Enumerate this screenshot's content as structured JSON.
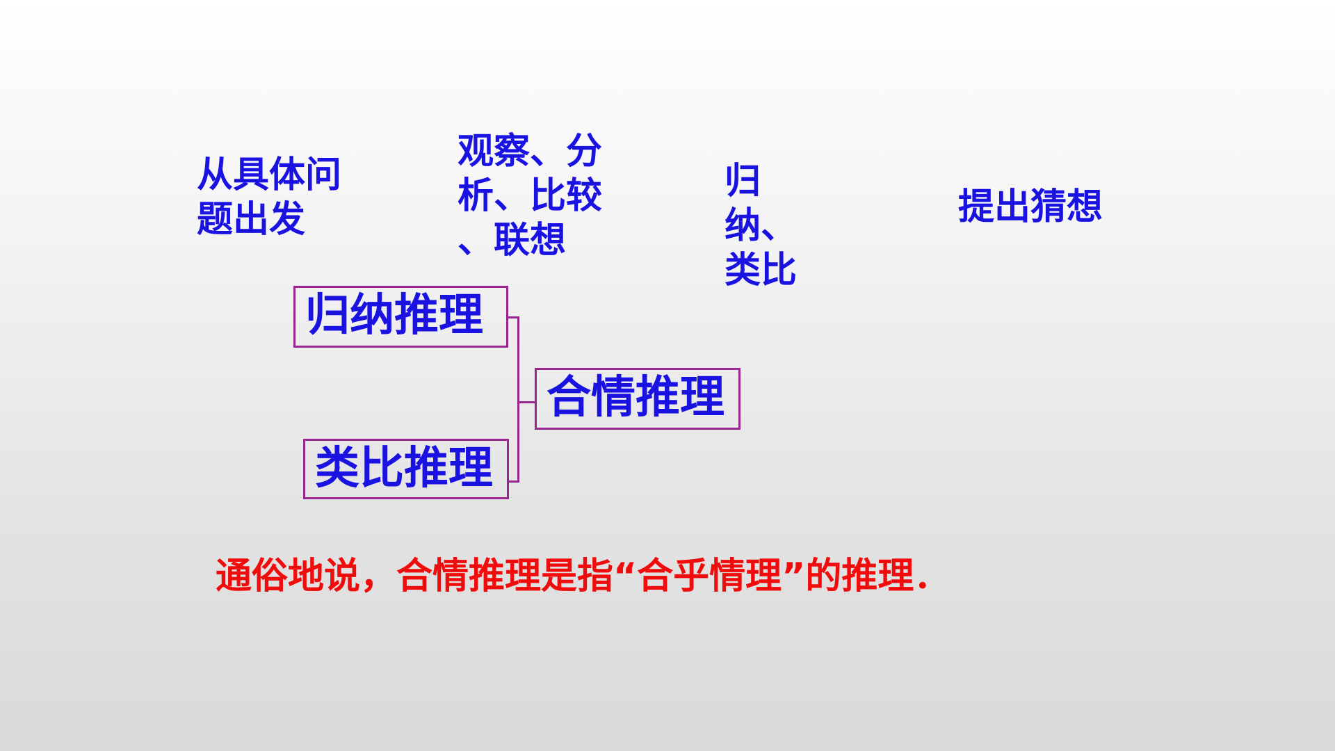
{
  "steps": [
    {
      "text": "从具体问\n题出发"
    },
    {
      "text": "观察、分\n析、比较\n、联想"
    },
    {
      "text": "归纳、\n类比"
    },
    {
      "text": "提出猜想"
    }
  ],
  "boxes": {
    "induction": "归纳推理",
    "analogy": "类比推理",
    "plausible": "合情推理"
  },
  "caption": "通俗地说，合情推理是指“合乎情理”的推理．",
  "colors": {
    "blue_text": "#1a12e0",
    "red_text": "#f00c0c",
    "box_border": "#99268e"
  }
}
